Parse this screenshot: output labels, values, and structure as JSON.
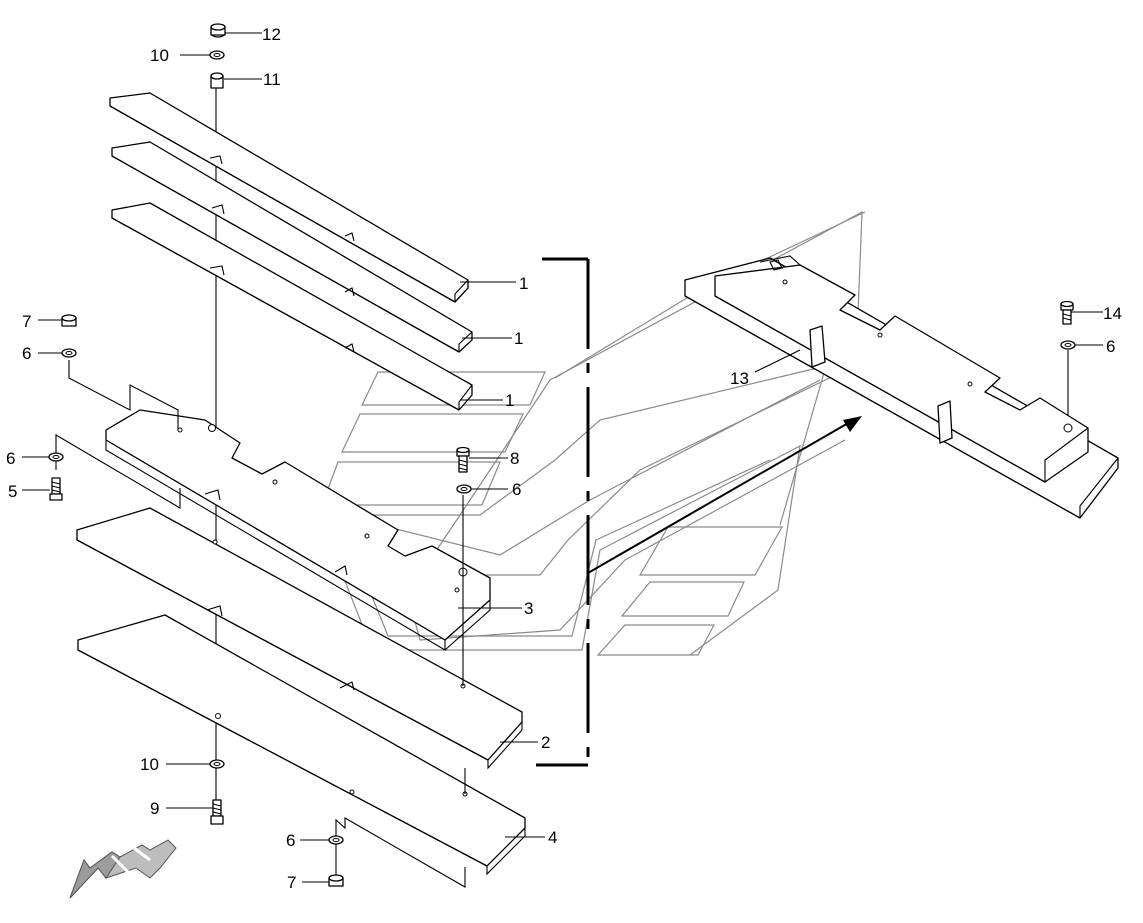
{
  "callouts": {
    "c12_top": "12",
    "c10_top": "10",
    "c11": "11",
    "c1_a": "1",
    "c1_b": "1",
    "c1_c": "1",
    "c7_left": "7",
    "c6_left": "6",
    "c6_mid_left": "6",
    "c5": "5",
    "c8": "8",
    "c6_mid": "6",
    "c3": "3",
    "c2": "2",
    "c10_bottom": "10",
    "c9": "9",
    "c4": "4",
    "c6_bottom": "6",
    "c7_bottom": "7",
    "c13": "13",
    "c14": "14",
    "c6_right": "6"
  },
  "icons": {
    "direction_arrow": "travel-direction-arrow-icon"
  },
  "colors": {
    "line": "#000000",
    "watermark": "#8a8a8a",
    "arrow_fill": "#bdbdbd"
  }
}
